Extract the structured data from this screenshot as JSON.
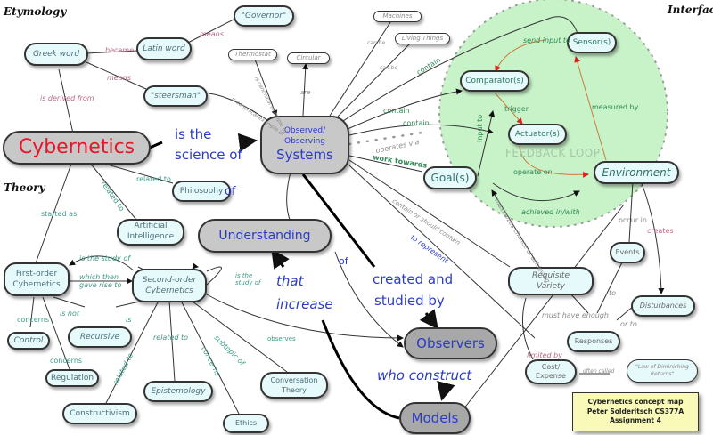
{
  "sections": {
    "etymology": "Etymology",
    "interface": "Interface",
    "theory": "Theory"
  },
  "nodes": {
    "cybernetics": "Cybernetics",
    "systems_top": "Observed/",
    "systems_mid": "Observing",
    "systems_main": "Systems",
    "understanding": "Understanding",
    "observers": "Observers",
    "models": "Models",
    "greek_word": "Greek word",
    "latin_word": "Latin word",
    "governor": "\"Governor\"",
    "steersman": "\"steersman\"",
    "thermostat": "Thermostat",
    "circular": "Circular",
    "machines": "Machines",
    "living_things": "Living Things",
    "comparators": "Comparator(s)",
    "sensors": "Sensor(s)",
    "actuators": "Actuator(s)",
    "goals": "Goal(s)",
    "environment": "Environment",
    "philosophy": "Philosophy",
    "ai_line1": "Artificial",
    "ai_line2": "Intelligence",
    "first_order_1": "First-order",
    "first_order_2": "Cybernetics",
    "second_order_1": "Second-order",
    "second_order_2": "Cybernetics",
    "control": "Control",
    "recursive": "Recursive",
    "regulation": "Regulation",
    "epistemology": "Epistemology",
    "constructivism": "Constructivism",
    "conversation_1": "Conversation",
    "conversation_2": "Theory",
    "ethics": "Ethics",
    "requisite_1": "Requisite",
    "requisite_2": "Variety",
    "events": "Events",
    "disturbances": "Disturbances",
    "responses": "Responses",
    "cost_1": "Cost/",
    "cost_2": "Expense",
    "law_1": "\"Law of Diminishing",
    "law_2": "Returns\""
  },
  "phrases": {
    "is_the": "is the",
    "science_of": "science of",
    "of_1": "of",
    "of_2": "of",
    "that": "that",
    "increase": "increase",
    "created_and": "created and",
    "studied_by": "studied  by",
    "who_construct": "who construct"
  },
  "edge_labels": {
    "became": "became",
    "means_1": "means",
    "means_2": "means",
    "is_derived_from": "is derived from",
    "canonical_1": "is canonical example of",
    "canonical_2": "is canonical example of",
    "are": "are",
    "can_be_1": "can be",
    "can_be_2": "can be",
    "contain_1": "contain",
    "contain_2": "contain",
    "contain_3": "contain",
    "operates_via": "operates via",
    "work_towards": "work towards",
    "send_input_to": "send input to",
    "trigger": "trigger",
    "input_to": "input to",
    "measured_by": "measured by",
    "operate_on": "operate on",
    "feedback_loop": "FEEDBACK LOOP",
    "achieved_in_with": "achieved in/with",
    "maximizes_chance": "maximizes chance of achieving",
    "contain_or_should": "contain or should contain",
    "to_represent": "to represent",
    "related_to_phil": "related to",
    "related_to_ai": "related to",
    "started_as": "started as",
    "is_the_study_of": "is the study of",
    "which_then": "which then",
    "gave_rise_to": "gave rise to",
    "is_the_study_of_2a": "is the",
    "is_the_study_of_2b": "study of",
    "concerns_1": "concerns",
    "concerns_2": "concerns",
    "concerns_3": "concerns",
    "is_not": "is not",
    "is": "is",
    "related_to_epist": "related to",
    "related_to_constr": "related to",
    "subtopic_of": "subtopic of",
    "observes": "observes",
    "occur_in": "occur in",
    "creates": "creates",
    "to": "to",
    "or_to": "or to",
    "must_have_enough": "must have enough",
    "limited_by": "limited by",
    "often_called": "often called"
  },
  "credit": {
    "line1": "Cybernetics concept map",
    "line2": "Peter Solderitsch CS377A",
    "line3": "Assignment 4"
  },
  "colors": {
    "feedback_area": "#c8f2c8",
    "node_fill": "#e6f9fb",
    "core_node_fill": "#c8c8c8",
    "core_text": "#2a3bc8",
    "title_text": "#e8152a",
    "credit_fill": "#fafab8"
  }
}
